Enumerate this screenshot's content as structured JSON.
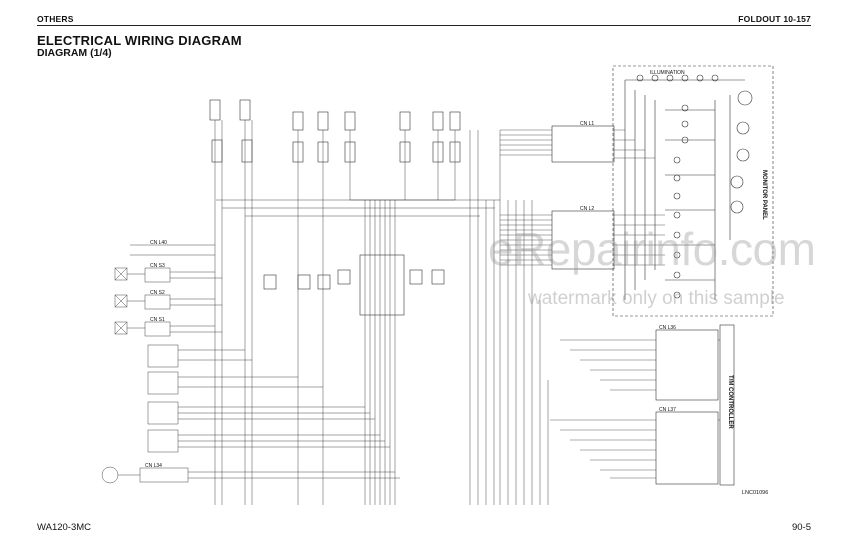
{
  "header": {
    "left": "OTHERS",
    "right": "FOLDOUT 10-157"
  },
  "title": "ELECTRICAL WIRING DIAGRAM",
  "subtitle": "DIAGRAM (1/4)",
  "footer": {
    "model": "WA120-3MC",
    "page": "90-5"
  },
  "drawing_code": "LNC01096",
  "watermark": {
    "site": "eRepairinfo.com",
    "note": "watermark only on this sample"
  },
  "labels": {
    "monitor_panel": "MONITOR PANEL",
    "tm_controller": "T/M CONTROLLER",
    "illumination": "ILLUMINATION",
    "cn_l1": "CN L1",
    "cn_l2": "CN L2",
    "cn_l36": "CN L36",
    "cn_l37": "CN L37",
    "cn_l5_1": "CN S3",
    "cn_l5_2": "CN S2",
    "cn_l5_3": "CN S1",
    "cn_l40": "CN L40",
    "cn_l34": "CN L34"
  }
}
